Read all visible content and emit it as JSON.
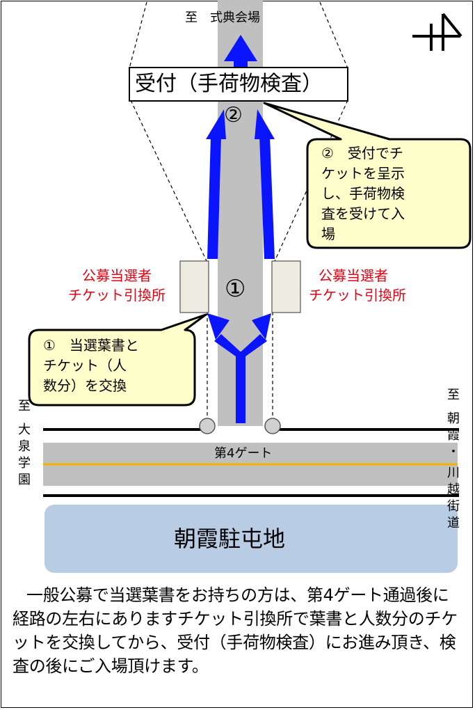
{
  "map": {
    "destination_top": "至　式典会場",
    "reception_box": "受付（手荷物検査）",
    "marker_2": "②",
    "marker_1": "①",
    "exchange_left": [
      "公募当選者",
      "チケット引換所"
    ],
    "exchange_right": [
      "公募当選者",
      "チケット引換所"
    ],
    "gate_label": "第4ゲート",
    "left_direction": [
      "至",
      "大",
      "泉",
      "学",
      "園"
    ],
    "right_direction": [
      "至",
      "朝",
      "霞",
      "・",
      "川",
      "越",
      "街",
      "道"
    ],
    "base_name": "朝霞駐屯地",
    "north_symbol": "north-arrow"
  },
  "callouts": {
    "step1": [
      "①　当選葉書と",
      "チケット（人",
      "数分）を交換"
    ],
    "step2": [
      "②　受付でチ",
      "ケットを呈示",
      "し、手荷物検",
      "査を受けて入",
      "場"
    ]
  },
  "caption": "一般公募で当選葉書をお持ちの方は、第4ゲート通過後に経路の左右にありますチケット引換所で葉書と人数分のチケットを交換してから、受付（手荷物検査）にお進み頂き、検査の後にご入場頂けます。",
  "colors": {
    "path_gray": "#c0c0c0",
    "arrow_blue": "#0a14ff",
    "exchange_red": "#e60012",
    "callout_fill": "#ffffcc",
    "booth_fill": "#eeece1",
    "base_fill": "#b8cce4",
    "road_center_line": "#f2b000"
  }
}
